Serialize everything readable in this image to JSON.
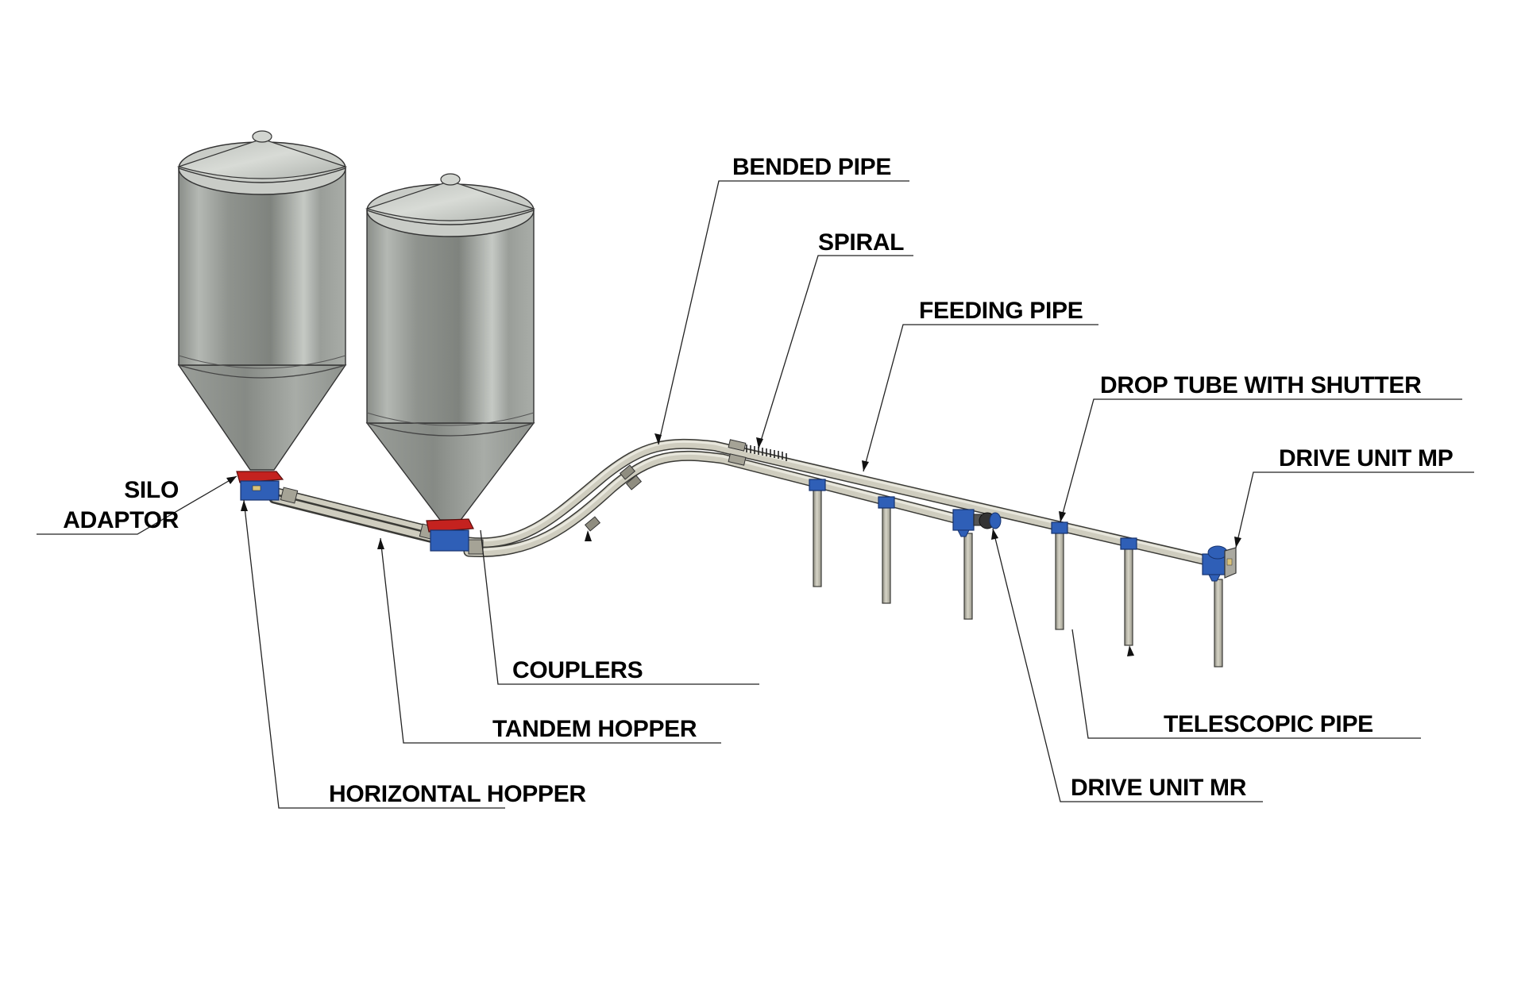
{
  "diagram": {
    "type": "flexible auger feeding system",
    "colors": {
      "silo_body": "#9ea29d",
      "pipe": "#cfcdbf",
      "hopper_adapter_red": "#c4221f",
      "hopper_blue": "#2f5fb7",
      "text": "#000000"
    },
    "labels": {
      "bended_pipe": "BENDED PIPE",
      "spiral": "SPIRAL",
      "feeding_pipe": "FEEDING PIPE",
      "drop_tube": "DROP TUBE WITH SHUTTER",
      "drive_unit_mp": "DRIVE UNIT MP",
      "silo_adaptor_line1": "SILO",
      "silo_adaptor_line2": "ADAPTOR",
      "couplers": "COUPLERS",
      "tandem_hopper": "TANDEM HOPPER",
      "horizontal_hopper": "HORIZONTAL HOPPER",
      "telescopic_pipe": "TELESCOPIC PIPE",
      "drive_unit_mr": "DRIVE UNIT MR"
    },
    "components": [
      {
        "id": "silo-1",
        "kind": "silo"
      },
      {
        "id": "silo-2",
        "kind": "silo"
      },
      {
        "id": "horizontal-hopper",
        "kind": "hopper"
      },
      {
        "id": "tandem-hopper",
        "kind": "hopper"
      },
      {
        "id": "drive-unit-mr",
        "kind": "drive-unit"
      },
      {
        "id": "drive-unit-mp",
        "kind": "drive-unit"
      }
    ]
  }
}
